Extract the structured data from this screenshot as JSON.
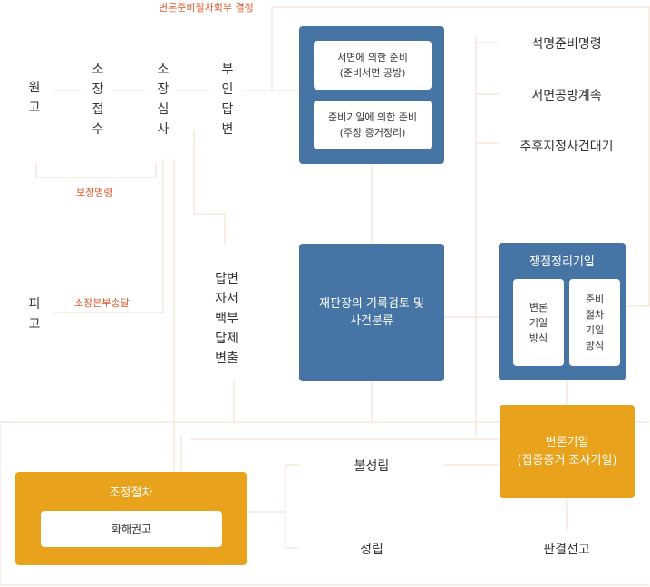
{
  "top_label": "변론준비절차회부 결정",
  "left": {
    "plaintiff": "원고",
    "defendant": "피고",
    "filing": "소장접수",
    "review": "소장심사",
    "no_answer": "부인답변",
    "correction_order": "보정명령",
    "service": "소장본부송달",
    "answer_submit": "답변서 제출"
  },
  "answer_submit_lines": [
    "답변",
    "자서",
    "백부",
    "답제",
    "변출"
  ],
  "prep_box": {
    "written": "서면에 의한 준비\n(준비서면 공방)",
    "hearing": "준비기일에 의한 준비\n(주장 증거정리)"
  },
  "review_box": "재판장의 기록검토 및\n사건분류",
  "right_outcomes": {
    "explain": "석명준비명령",
    "exchange": "서면공방계속",
    "wait": "추후지정사건대기"
  },
  "issue_box": {
    "title": "쟁점정리기일",
    "a": "변론\n기일\n방식",
    "b": "준비\n절차\n기일\n방식"
  },
  "hearing_box": "변론기일\n(집중증거 조사기일)",
  "mediation_box": {
    "title": "조정절차",
    "sub": "화해권고"
  },
  "result": {
    "fail": "불성립",
    "success": "성립",
    "judgment": "판결선고"
  },
  "colors": {
    "blue": "#4674a4",
    "gold": "#e8a21c",
    "line": "#f3d9c0",
    "accent": "#e0582a"
  }
}
